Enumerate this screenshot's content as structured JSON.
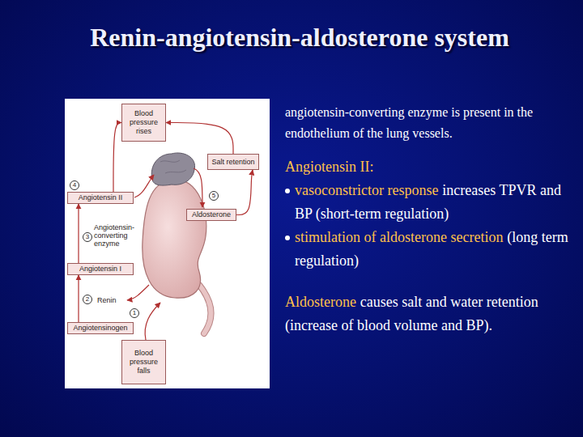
{
  "diagram": {
    "title": "Renin-angiotensin-aldosterone system",
    "nodes": [
      {
        "text": [
          "Blood pressure rises"
        ]
      },
      {
        "text": [
          "Salt retention"
        ]
      },
      {
        "text": [
          "Angiotensin II"
        ]
      },
      {
        "text": [
          "Aldosterone"
        ]
      },
      {
        "text": [
          "Angiotensin I"
        ]
      },
      {
        "text": [
          "Angiotensinogen"
        ]
      },
      {
        "text": [
          "Blood pressure falls"
        ]
      }
    ],
    "edges": [
      {
        "from": 5,
        "to": 4,
        "arrow": "to"
      },
      {
        "from": 4,
        "to": 2,
        "arrow": "to"
      },
      {
        "from": 2,
        "to": 0,
        "arrow": "to"
      },
      {
        "from": 3,
        "to": 1,
        "arrow": "to"
      },
      {
        "from": 1,
        "to": 0,
        "arrow": "to"
      }
    ],
    "labels": [
      "Angiotensin-converting enzyme",
      "Renin",
      "1",
      "2",
      "3",
      "4",
      "5",
      "angiotensin-converting enzyme is present in the endothelium of the lung vessels.",
      "Angiotensin II:",
      "vasoconstrictor response",
      "increases TPVR and BP (short-term regulation)",
      "stimulation of aldosterone secretion",
      "(long term regulation)",
      "Aldosterone",
      "causes salt and water retention (increase of blood volume and BP)."
    ]
  }
}
